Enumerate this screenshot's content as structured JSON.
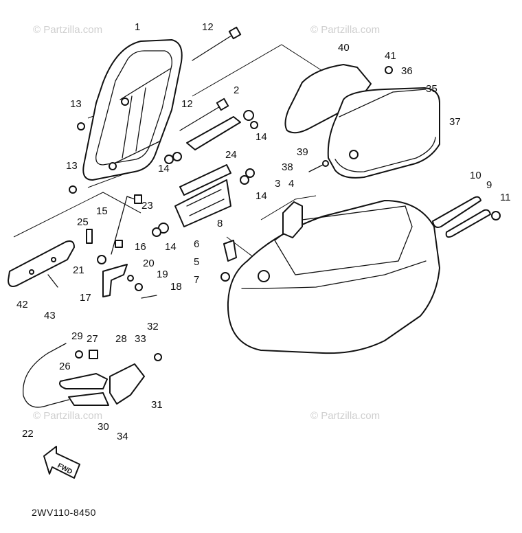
{
  "watermark": "© Partzilla.com",
  "diagram_code": "2WV110-8450",
  "fwd_label": "FWD",
  "callouts": [
    "1",
    "12",
    "2",
    "13",
    "12",
    "14",
    "13",
    "14",
    "24",
    "14",
    "23",
    "15",
    "8",
    "25",
    "14",
    "16",
    "21",
    "20",
    "19",
    "18",
    "17",
    "42",
    "43",
    "40",
    "41",
    "36",
    "35",
    "37",
    "39",
    "38",
    "3",
    "4",
    "10",
    "9",
    "11",
    "6",
    "5",
    "7",
    "29",
    "27",
    "28",
    "33",
    "32",
    "26",
    "31",
    "30",
    "34",
    "22"
  ]
}
